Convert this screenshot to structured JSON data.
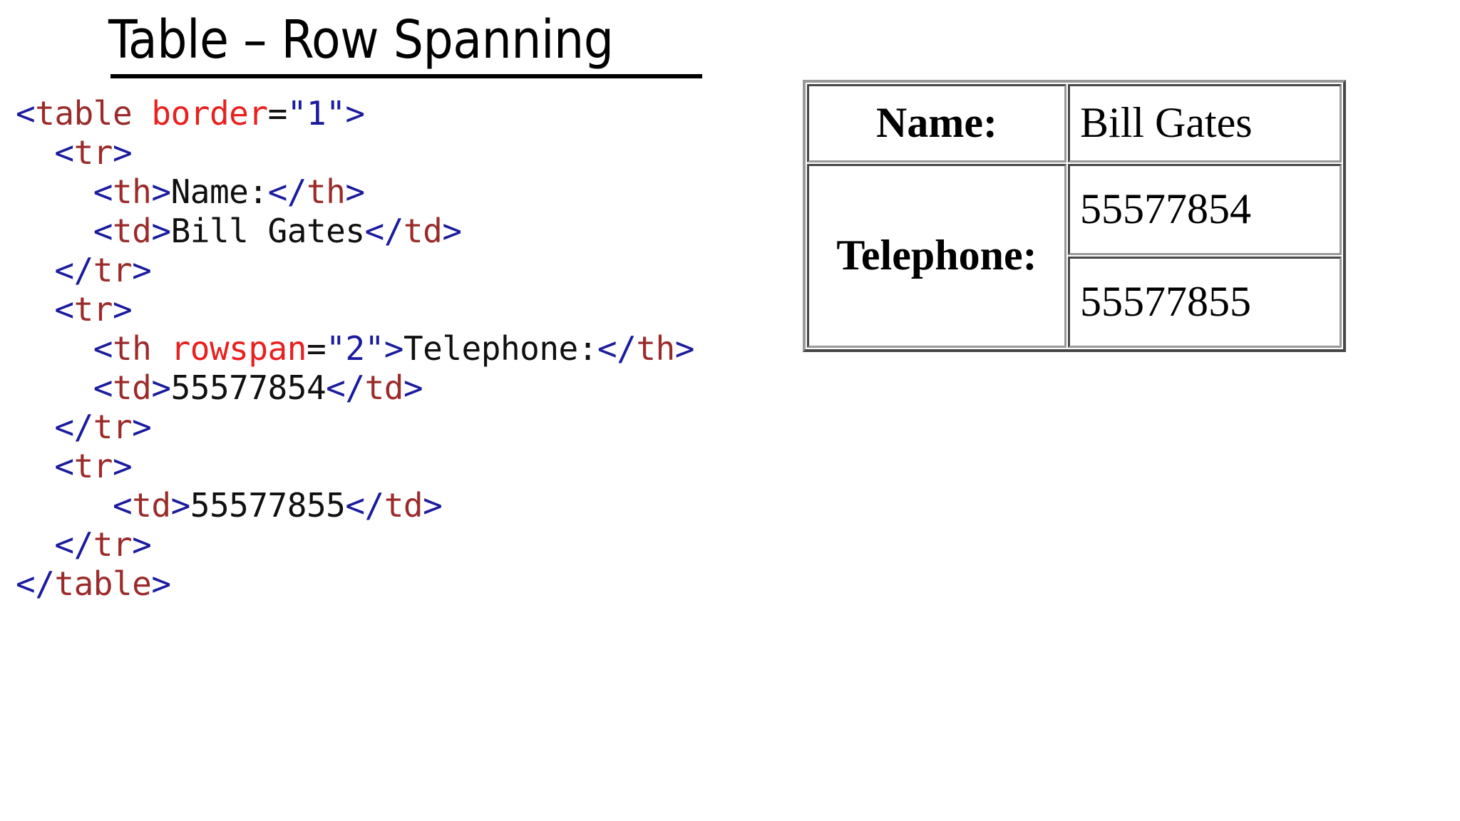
{
  "slide": {
    "title": "Table – Row Spanning"
  },
  "code": {
    "language": "html",
    "colors": {
      "bracket": "#1b1b9e",
      "tag": "#9b2b2b",
      "attribute": "#e82020",
      "equals": "#101010",
      "value": "#1b1b9e",
      "text": "#101010"
    },
    "lines": [
      {
        "indent": "",
        "tokens": [
          {
            "t": "bracket",
            "v": "<"
          },
          {
            "t": "tag",
            "v": "table"
          },
          {
            "t": "text",
            "v": " "
          },
          {
            "t": "attr",
            "v": "border"
          },
          {
            "t": "eq",
            "v": "="
          },
          {
            "t": "quote",
            "v": "\""
          },
          {
            "t": "val",
            "v": "1"
          },
          {
            "t": "quote",
            "v": "\""
          },
          {
            "t": "bracket",
            "v": ">"
          }
        ]
      },
      {
        "indent": "  ",
        "tokens": [
          {
            "t": "bracket",
            "v": "<"
          },
          {
            "t": "tag",
            "v": "tr"
          },
          {
            "t": "bracket",
            "v": ">"
          }
        ]
      },
      {
        "indent": "    ",
        "tokens": [
          {
            "t": "bracket",
            "v": "<"
          },
          {
            "t": "tag",
            "v": "th"
          },
          {
            "t": "bracket",
            "v": ">"
          },
          {
            "t": "text",
            "v": "Name:"
          },
          {
            "t": "bracket",
            "v": "</"
          },
          {
            "t": "tag",
            "v": "th"
          },
          {
            "t": "bracket",
            "v": ">"
          }
        ]
      },
      {
        "indent": "    ",
        "tokens": [
          {
            "t": "bracket",
            "v": "<"
          },
          {
            "t": "tag",
            "v": "td"
          },
          {
            "t": "bracket",
            "v": ">"
          },
          {
            "t": "text",
            "v": "Bill Gates"
          },
          {
            "t": "bracket",
            "v": "</"
          },
          {
            "t": "tag",
            "v": "td"
          },
          {
            "t": "bracket",
            "v": ">"
          }
        ]
      },
      {
        "indent": "  ",
        "tokens": [
          {
            "t": "bracket",
            "v": "</"
          },
          {
            "t": "tag",
            "v": "tr"
          },
          {
            "t": "bracket",
            "v": ">"
          }
        ]
      },
      {
        "indent": "  ",
        "tokens": [
          {
            "t": "bracket",
            "v": "<"
          },
          {
            "t": "tag",
            "v": "tr"
          },
          {
            "t": "bracket",
            "v": ">"
          }
        ]
      },
      {
        "indent": "    ",
        "tokens": [
          {
            "t": "bracket",
            "v": "<"
          },
          {
            "t": "tag",
            "v": "th"
          },
          {
            "t": "text",
            "v": " "
          },
          {
            "t": "attr",
            "v": "rowspan"
          },
          {
            "t": "eq",
            "v": "="
          },
          {
            "t": "quote",
            "v": "\""
          },
          {
            "t": "val",
            "v": "2"
          },
          {
            "t": "quote",
            "v": "\""
          },
          {
            "t": "bracket",
            "v": ">"
          },
          {
            "t": "text",
            "v": "Telephone:"
          },
          {
            "t": "bracket",
            "v": "</"
          },
          {
            "t": "tag",
            "v": "th"
          },
          {
            "t": "bracket",
            "v": ">"
          }
        ]
      },
      {
        "indent": "    ",
        "tokens": [
          {
            "t": "bracket",
            "v": "<"
          },
          {
            "t": "tag",
            "v": "td"
          },
          {
            "t": "bracket",
            "v": ">"
          },
          {
            "t": "text",
            "v": "55577854"
          },
          {
            "t": "bracket",
            "v": "</"
          },
          {
            "t": "tag",
            "v": "td"
          },
          {
            "t": "bracket",
            "v": ">"
          }
        ]
      },
      {
        "indent": "  ",
        "tokens": [
          {
            "t": "bracket",
            "v": "</"
          },
          {
            "t": "tag",
            "v": "tr"
          },
          {
            "t": "bracket",
            "v": ">"
          }
        ]
      },
      {
        "indent": "  ",
        "tokens": [
          {
            "t": "bracket",
            "v": "<"
          },
          {
            "t": "tag",
            "v": "tr"
          },
          {
            "t": "bracket",
            "v": ">"
          }
        ]
      },
      {
        "indent": "     ",
        "tokens": [
          {
            "t": "bracket",
            "v": "<"
          },
          {
            "t": "tag",
            "v": "td"
          },
          {
            "t": "bracket",
            "v": ">"
          },
          {
            "t": "text",
            "v": "55577855"
          },
          {
            "t": "bracket",
            "v": "</"
          },
          {
            "t": "tag",
            "v": "td"
          },
          {
            "t": "bracket",
            "v": ">"
          }
        ]
      },
      {
        "indent": "  ",
        "tokens": [
          {
            "t": "bracket",
            "v": "</"
          },
          {
            "t": "tag",
            "v": "tr"
          },
          {
            "t": "bracket",
            "v": ">"
          }
        ]
      },
      {
        "indent": "",
        "tokens": [
          {
            "t": "bracket",
            "v": "</"
          },
          {
            "t": "tag",
            "v": "table"
          },
          {
            "t": "bracket",
            "v": ">"
          }
        ]
      }
    ]
  },
  "rendered_table": {
    "border": "1",
    "rows": [
      {
        "header": "Name:",
        "header_rowspan": 1,
        "values": [
          "Bill Gates"
        ]
      },
      {
        "header": "Telephone:",
        "header_rowspan": 2,
        "values": [
          "55577854"
        ]
      },
      {
        "header": null,
        "header_rowspan": 0,
        "values": [
          "55577855"
        ]
      }
    ],
    "cells": {
      "name_label": "Name:",
      "name_value": "Bill Gates",
      "telephone_label": "Telephone:",
      "telephone_value_1": "55577854",
      "telephone_value_2": "55577855"
    }
  }
}
